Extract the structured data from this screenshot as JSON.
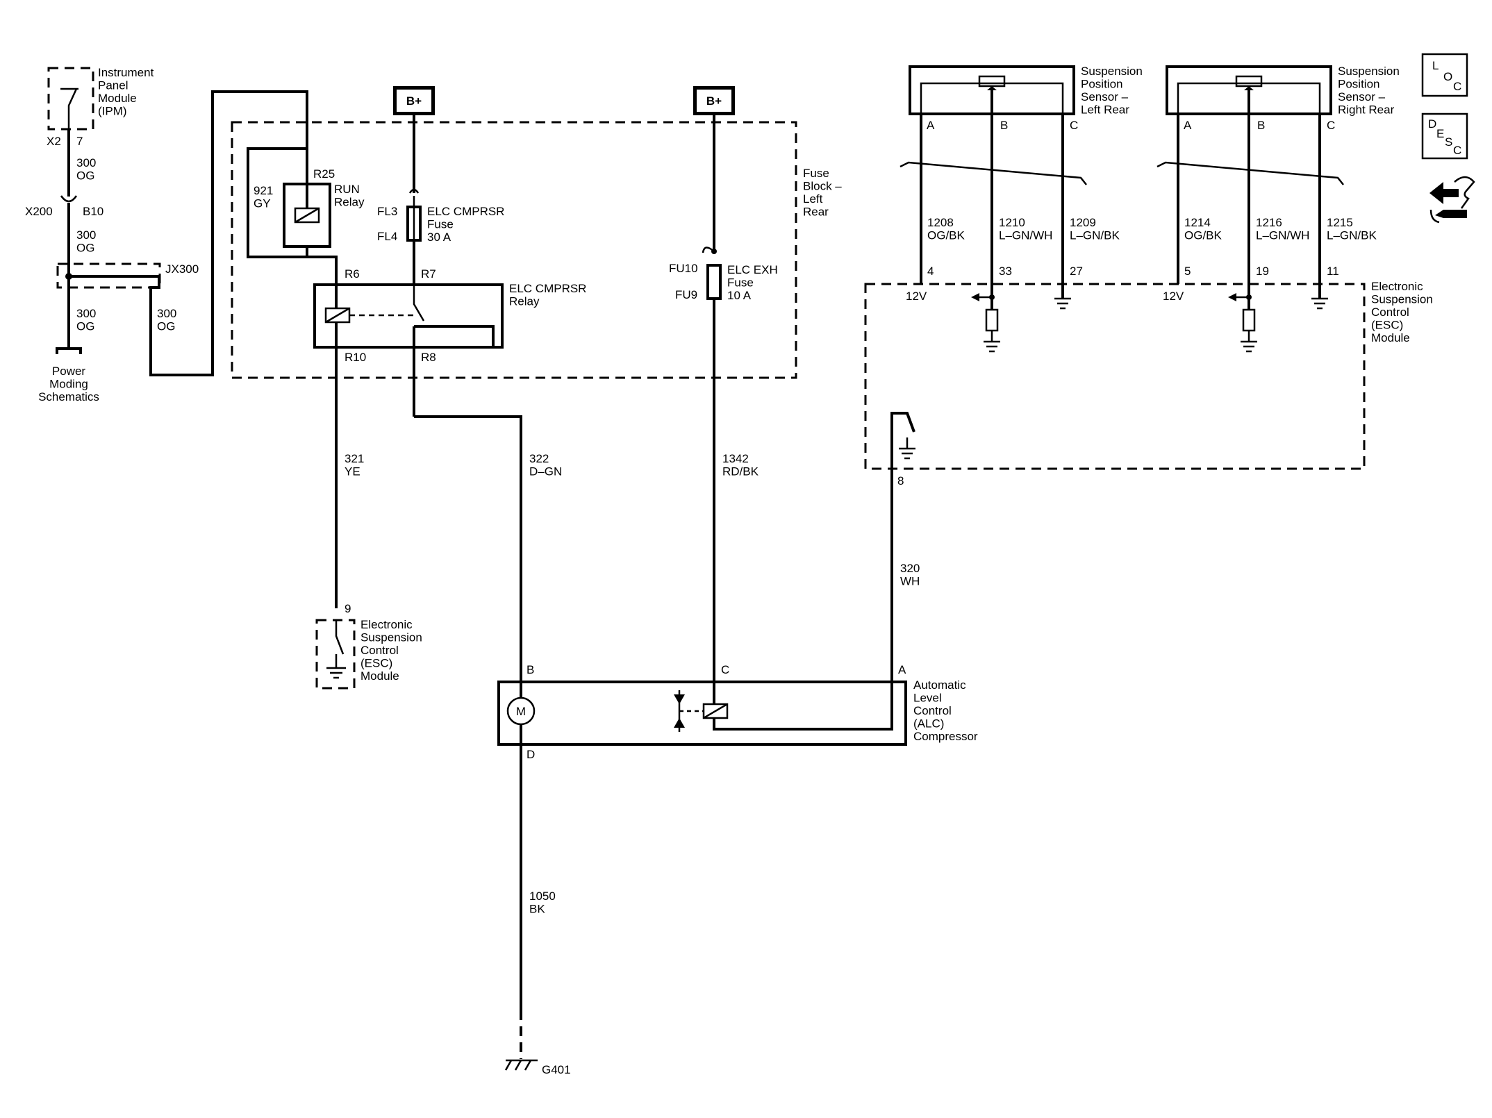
{
  "blocks": {
    "ipm": [
      "Instrument",
      "Panel",
      "Module",
      "(IPM)"
    ],
    "power_moding": [
      "Power",
      "Moding",
      "Schematics"
    ],
    "fuse_block": [
      "Fuse",
      "Block –",
      "Left",
      "Rear"
    ],
    "esc_lower": [
      "Electronic",
      "Suspension",
      "Control",
      "(ESC)",
      "Module"
    ],
    "esc_upper": [
      "Electronic",
      "Suspension",
      "Control",
      "(ESC)",
      "Module"
    ],
    "alc": [
      "Automatic",
      "Level",
      "Control",
      "(ALC)",
      "Compressor"
    ],
    "sensor_lr": [
      "Suspension",
      "Position",
      "Sensor –",
      "Left Rear"
    ],
    "sensor_rr": [
      "Suspension",
      "Position",
      "Sensor –",
      "Right Rear"
    ]
  },
  "components": {
    "run_relay": [
      "RUN",
      "Relay"
    ],
    "cmprsr_fuse": [
      "ELC CMPRSR",
      "Fuse",
      "30 A"
    ],
    "cmprsr_relay": [
      "ELC CMPRSR",
      "Relay"
    ],
    "exh_fuse": [
      "ELC EXH",
      "Fuse",
      "10 A"
    ],
    "motor": "M",
    "power_label": "B+",
    "ground": "G401",
    "voltage": "12V"
  },
  "connectors": {
    "x2": "X2",
    "x2_pin": "7",
    "x200": "X200",
    "b10": "B10",
    "jx300": "JX300",
    "r25": "R25",
    "r6": "R6",
    "r7": "R7",
    "r10": "R10",
    "r8": "R8",
    "fl3": "FL3",
    "fl4": "FL4",
    "fu10": "FU10",
    "fu9": "FU9",
    "esc_pin_9": "9",
    "esc_pin_8": "8",
    "alc_b": "B",
    "alc_c": "C",
    "alc_a": "A",
    "alc_d": "D",
    "lr_a": "A",
    "lr_b": "B",
    "lr_c": "C",
    "rr_a": "A",
    "rr_b": "B",
    "rr_c": "C",
    "esc_p4": "4",
    "esc_p33": "33",
    "esc_p27": "27",
    "esc_p5": "5",
    "esc_p19": "19",
    "esc_p11": "11"
  },
  "wires": {
    "w300a": [
      "300",
      "OG"
    ],
    "w300b": [
      "300",
      "OG"
    ],
    "w300c": [
      "300",
      "OG"
    ],
    "w300d": [
      "300",
      "OG"
    ],
    "w921": [
      "921",
      "GY"
    ],
    "w321": [
      "321",
      "YE"
    ],
    "w322": [
      "322",
      "D–GN"
    ],
    "w1342": [
      "1342",
      "RD/BK"
    ],
    "w320": [
      "320",
      "WH"
    ],
    "w1050": [
      "1050",
      "BK"
    ],
    "w1208": [
      "1208",
      "OG/BK"
    ],
    "w1210": [
      "1210",
      "L–GN/WH"
    ],
    "w1209": [
      "1209",
      "L–GN/BK"
    ],
    "w1214": [
      "1214",
      "OG/BK"
    ],
    "w1216": [
      "1216",
      "L–GN/WH"
    ],
    "w1215": [
      "1215",
      "L–GN/BK"
    ]
  },
  "icons": {
    "loc": [
      "L",
      "O",
      "C"
    ],
    "desc": [
      "D",
      "E",
      "S",
      "C"
    ]
  }
}
